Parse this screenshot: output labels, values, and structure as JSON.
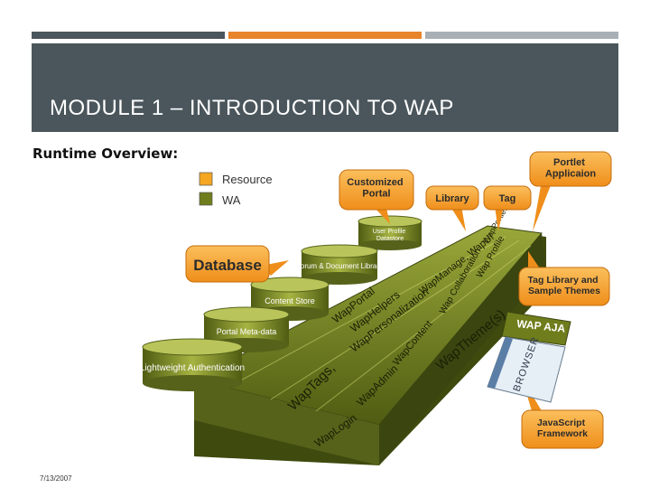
{
  "slide": {
    "title": "MODULE 1 – INTRODUCTION TO WAP",
    "subtitle": "Runtime Overview:",
    "date": "7/13/2007",
    "accent_colors": [
      "#4a565c",
      "#e8842a",
      "#a8b0b6"
    ]
  },
  "legend": [
    {
      "label": "Resource",
      "color": "#f5a623"
    },
    {
      "label": "WA",
      "color": "#6f7d1c"
    }
  ],
  "callouts": {
    "customized_portal": "Customized Portal",
    "library": "Library",
    "tag": "Tag",
    "portlet_application": "Portlet Applicaion",
    "database": "Database",
    "tag_library_samples": "Tag Library and Sample Themes",
    "javascript_framework": "JavaScript Framework"
  },
  "resources": {
    "user_profile": "User Profile Datastore",
    "forum_library": "Forum & Document Library",
    "content_store": "Content Store",
    "portal_metadata": "Portal Meta-data",
    "lightweight_auth": "Lightweight Authentication"
  },
  "platform_labels": {
    "wap_portal": "WapPortal",
    "wap_helpers": "WapHelpers",
    "wap_personalization": "WapPersonalization",
    "wap_manage_wapui": "WapManage, WapUI",
    "wap_portlet": "WapPortlet",
    "wap_profile": "Wap Profile",
    "wap_collaboration": "Wap Collaboration",
    "wap_content": "WapContent",
    "wap_themes": "WapTheme(s)",
    "wap_tags": "WapTags,",
    "wap_admin": "WapAdmin",
    "wap_login": "WapLogin"
  },
  "client": {
    "wap_aja": "WAP AJA",
    "browser": "BROWSER"
  }
}
